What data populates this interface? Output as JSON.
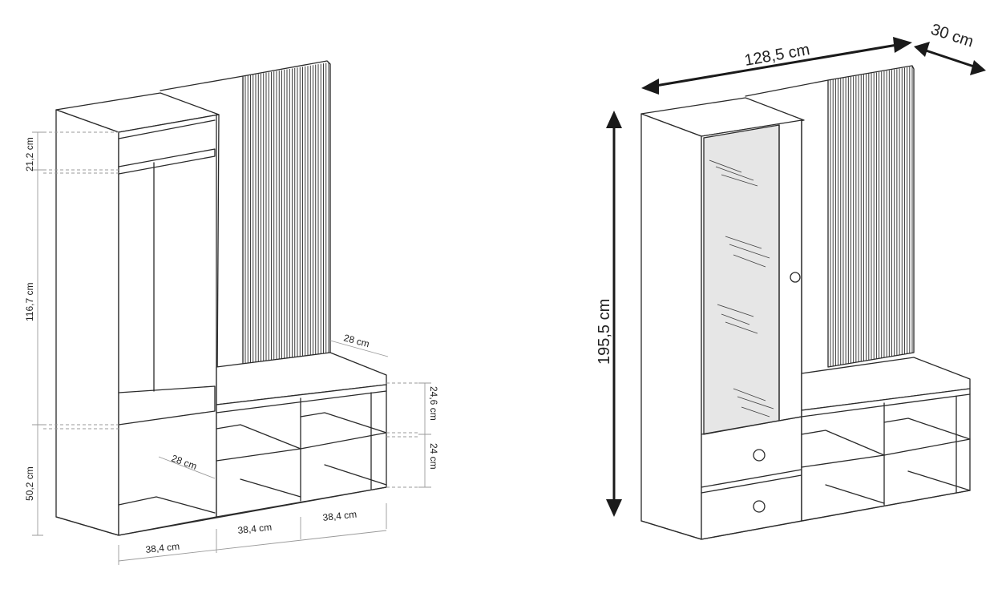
{
  "left_view": {
    "dims": {
      "top_shelf_height": "21,2 cm",
      "hanging_height": "116,7 cm",
      "lower_height": "50,2 cm",
      "bench_depth": "28 cm",
      "lower_depth": "28 cm",
      "bench_cell_height": "24,6 cm",
      "lower_cell_height": "24 cm",
      "width_1": "38,4 cm",
      "width_2": "38,4 cm",
      "width_3": "38,4 cm"
    }
  },
  "right_view": {
    "dims": {
      "total_width": "128,5 cm",
      "total_depth": "30 cm",
      "total_height": "195,5 cm"
    }
  },
  "colors": {
    "line": "#2a2a2a",
    "dimension": "#9a9a9a",
    "glass": "#e6e6e6"
  }
}
